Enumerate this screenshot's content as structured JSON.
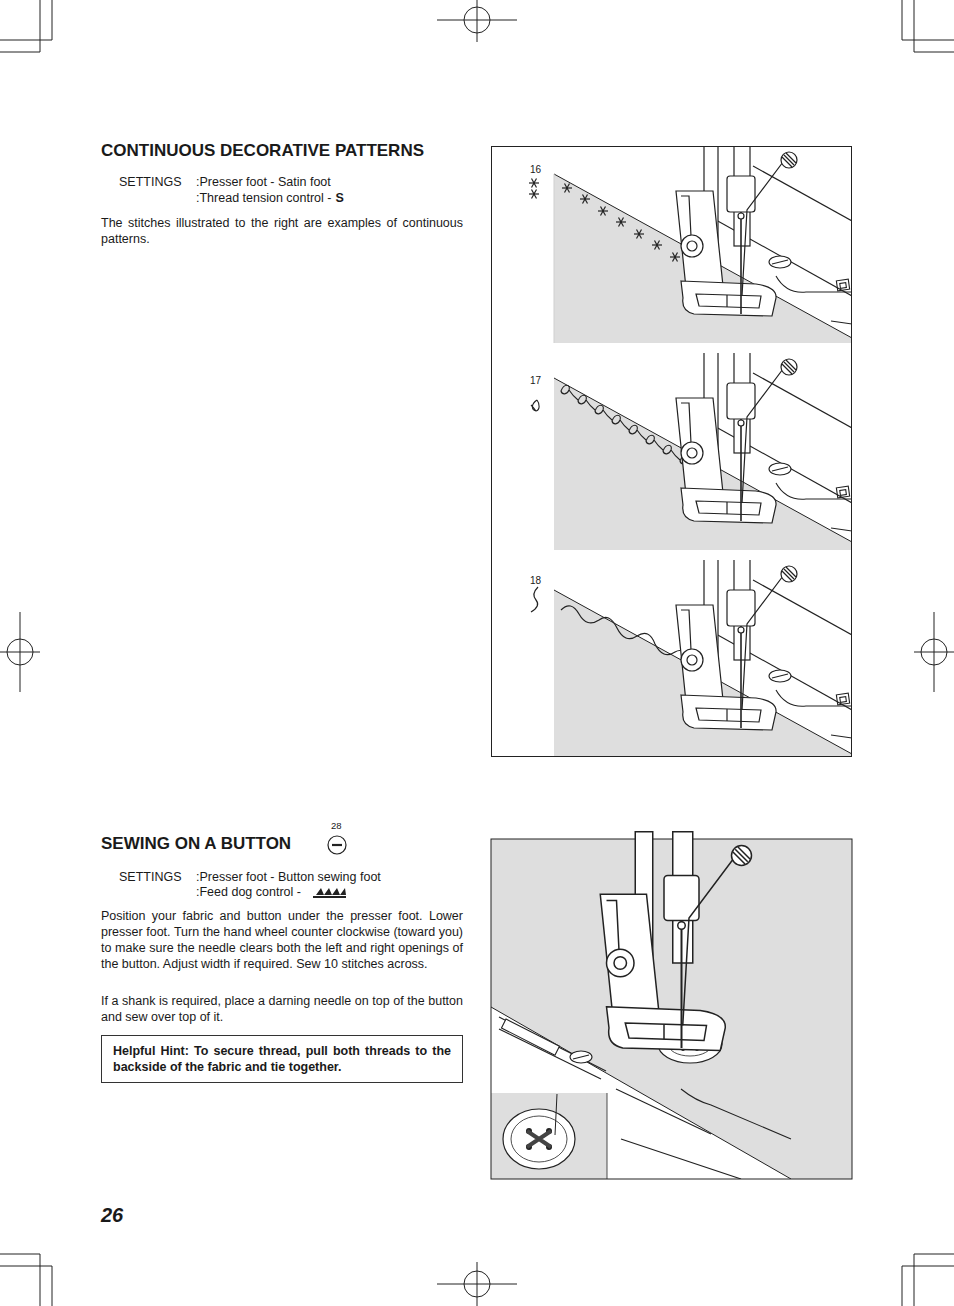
{
  "diagram": {
    "nodes": [
      {
        "text": [
          "Helpful Hint: To secure thread, pull both threads to the backside of the fabric and tie together."
        ]
      },
      {
        "text": [
          "16",
          "17",
          "18"
        ]
      }
    ],
    "labels": [
      "CONTINUOUS DECORATIVE PATTERNS",
      "SETTINGS",
      ":Presser foot - Satin foot",
      ":Thread tension control -",
      "S",
      "The stitches illustrated to the right are examples of continuous patterns.",
      "SEWING ON A BUTTON",
      "28",
      "SETTINGS",
      ":Presser foot - Button sewing foot",
      ":Feed dog control -",
      "Position your fabric and button under the presser foot. Lower presser foot. Turn the hand wheel counter clockwise (toward you) to make sure the needle clears both the left and right openings of the button. Adjust width if required. Sew 10 stitches across.",
      "If a shank is required, place a darning needle on top of the button and sew over top of it.",
      "26"
    ]
  }
}
